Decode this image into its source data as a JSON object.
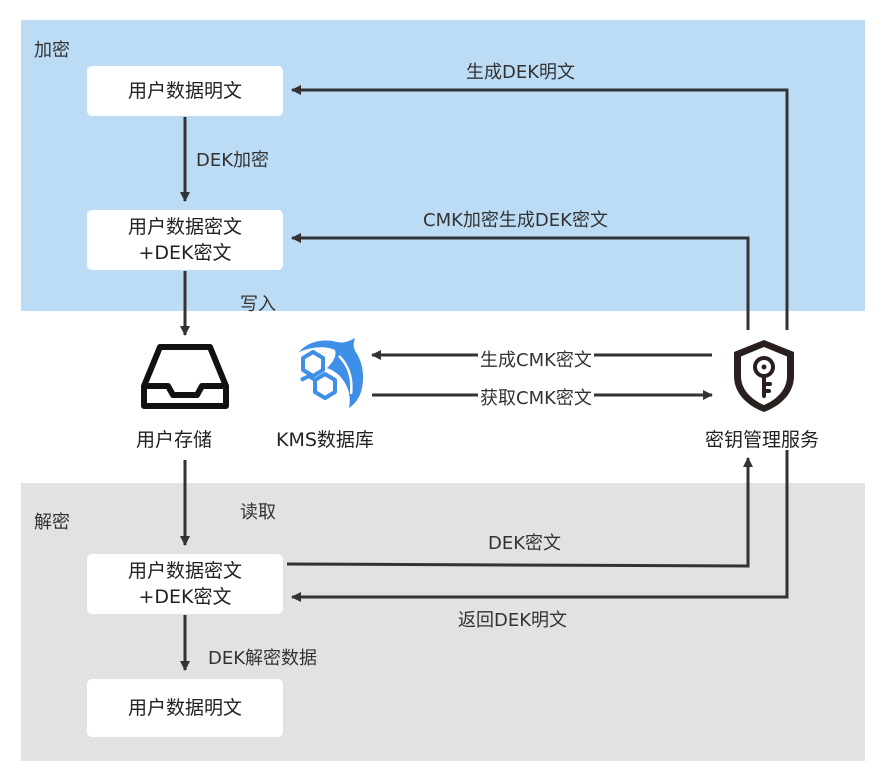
{
  "sections": {
    "encrypt_title": "加密",
    "decrypt_title": "解密"
  },
  "boxes": {
    "enc_plaintext": "用户数据明文",
    "enc_ciphertext": "用户数据密文\n+DEK密文",
    "dec_ciphertext": "用户数据密文\n+DEK密文",
    "dec_plaintext": "用户数据明文"
  },
  "nodes": {
    "user_storage": "用户存储",
    "kms_db": "KMS数据库",
    "key_service": "密钥管理服务"
  },
  "edges": {
    "gen_dek_plain": "生成DEK明文",
    "dek_encrypt": "DEK加密",
    "cmk_gen_dek_cipher": "CMK加密生成DEK密文",
    "write": "写入",
    "gen_cmk_cipher": "生成CMK密文",
    "get_cmk_cipher": "获取CMK密文",
    "read": "读取",
    "dek_cipher": "DEK密文",
    "return_dek_plain": "返回DEK明文",
    "dek_decrypt": "DEK解密数据"
  },
  "colors": {
    "encrypt_bg": "#bcdcf6",
    "decrypt_bg": "#e2e2e2",
    "arrow": "#333333",
    "dolphin": "#3d8fe8"
  }
}
